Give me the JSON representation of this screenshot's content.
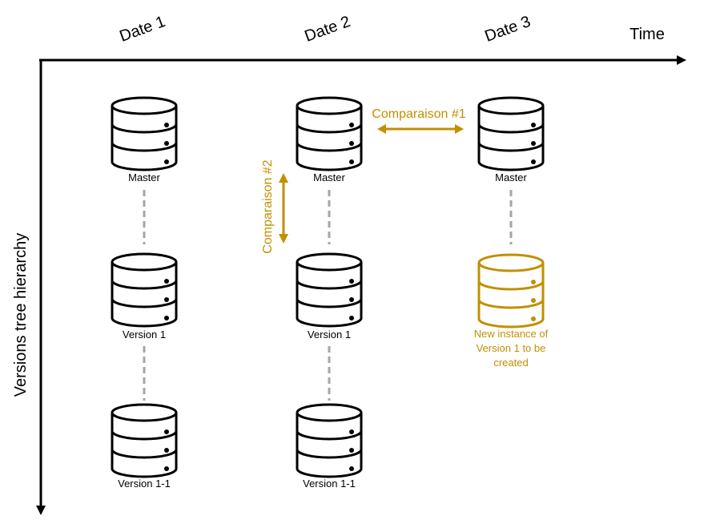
{
  "axes": {
    "x_label": "Time",
    "y_label": "Versions tree hierarchy"
  },
  "dates": [
    "Date 1",
    "Date 2",
    "Date 3"
  ],
  "nodes": {
    "d1_master": "Master",
    "d1_v1": "Version 1",
    "d1_v11": "Version 1-1",
    "d2_master": "Master",
    "d2_v1": "Version 1",
    "d2_v11": "Version 1-1",
    "d3_master": "Master",
    "d3_new": [
      "New instance of",
      "Version 1 to be",
      "created"
    ]
  },
  "comparisons": {
    "c1": "Comparaison #1",
    "c2": "Comparaison #2"
  },
  "colors": {
    "ink": "#000000",
    "accent": "#c09000",
    "connector": "#a6a6a6"
  }
}
